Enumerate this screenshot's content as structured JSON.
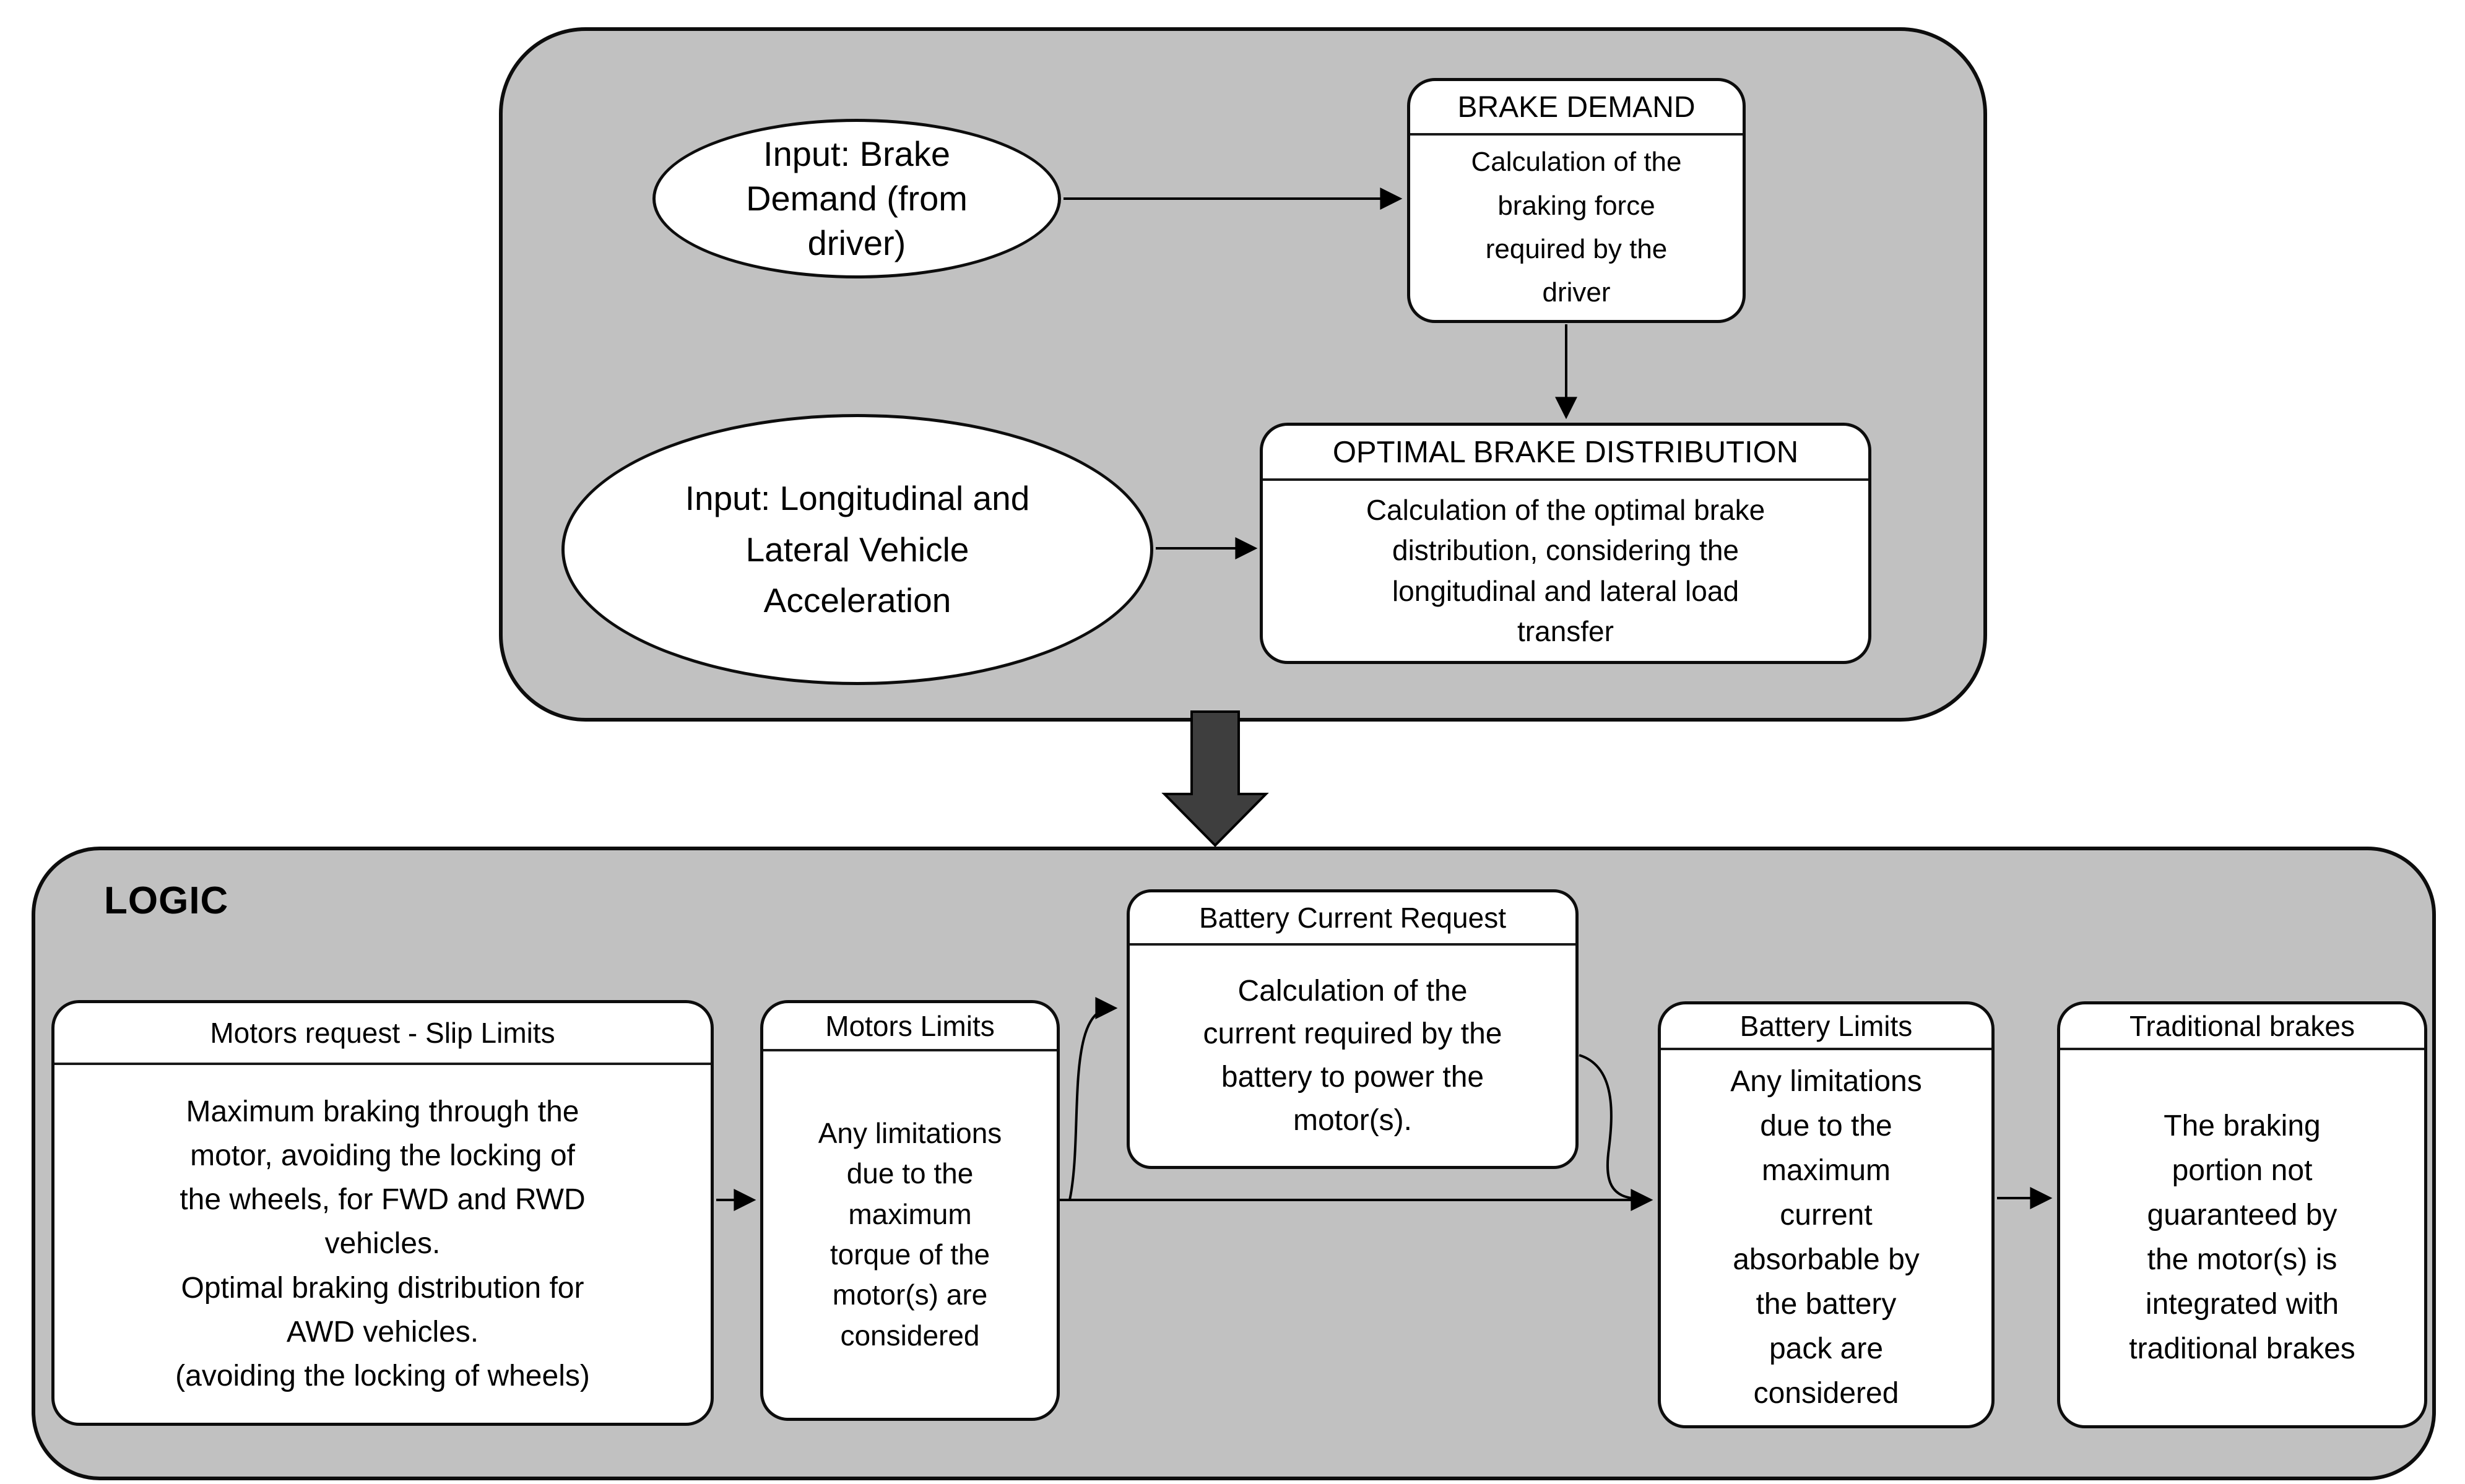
{
  "colors": {
    "panel_fill": "#c1c1c1",
    "node_fill": "#ffffff",
    "line": "#000000",
    "big_arrow_fill": "#3e3e3e"
  },
  "top_panel": {
    "input_ellipse_brake": {
      "text": "Input: Brake\nDemand (from\ndriver)"
    },
    "input_ellipse_acceleration": {
      "text": "Input: Longitudinal and\nLateral Vehicle\nAcceleration"
    },
    "brake_demand": {
      "title": "BRAKE DEMAND",
      "body": "Calculation of the\nbraking force\nrequired by the\ndriver"
    },
    "optimal_brake_distribution": {
      "title": "OPTIMAL BRAKE DISTRIBUTION",
      "body": "Calculation of the optimal brake\ndistribution, considering the\nlongitudinal and lateral load\ntransfer"
    }
  },
  "logic_panel": {
    "label": "LOGIC",
    "motors_request": {
      "title": "Motors request - Slip Limits",
      "body": "Maximum braking through the\nmotor, avoiding the locking of\nthe wheels, for FWD and RWD\nvehicles.\nOptimal braking distribution for\nAWD vehicles.\n(avoiding the locking of wheels)"
    },
    "motors_limits": {
      "title": "Motors Limits",
      "body": "Any limitations\ndue to the\nmaximum\ntorque of the\nmotor(s) are\nconsidered"
    },
    "battery_current_request": {
      "title": "Battery Current Request",
      "body": "Calculation of the\ncurrent required by the\nbattery to power the\nmotor(s)."
    },
    "battery_limits": {
      "title": "Battery Limits",
      "body": "Any limitations\ndue to the\nmaximum\ncurrent\nabsorbable by\nthe battery\npack are\nconsidered"
    },
    "traditional_brakes": {
      "title": "Traditional brakes",
      "body": "The braking\nportion not\nguaranteed by\nthe motor(s) is\nintegrated with\ntraditional brakes"
    }
  }
}
